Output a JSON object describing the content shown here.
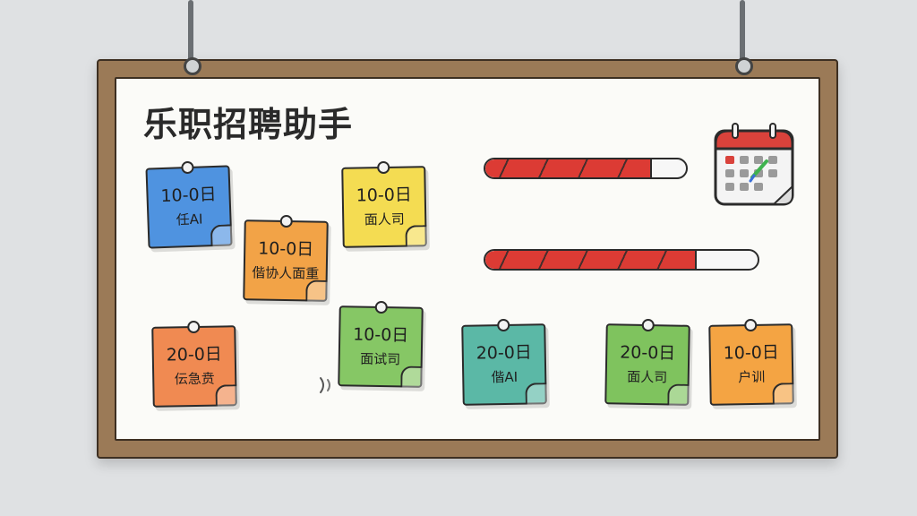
{
  "board": {
    "title": "乐职招聘助手"
  },
  "notes": [
    {
      "date": "10-0日",
      "text": "任AI",
      "color": "#4f93e0"
    },
    {
      "date": "10-0日",
      "text": "偕协人面重",
      "color": "#f2a347"
    },
    {
      "date": "10-0日",
      "text": "面人司",
      "color": "#f4dc52"
    },
    {
      "date": "20-0日",
      "text": "伝急贲",
      "color": "#f08a52"
    },
    {
      "date": "10-0日",
      "text": "面试司",
      "color": "#86c765"
    },
    {
      "date": "20-0日",
      "text": "偕AI",
      "color": "#5bb8a6"
    },
    {
      "date": "20-0日",
      "text": "面人司",
      "color": "#7fc35e"
    },
    {
      "date": "10-0日",
      "text": "户训",
      "color": "#f4a443"
    }
  ],
  "progress": [
    {
      "fraction": 0.82
    },
    {
      "fraction": 0.77
    }
  ],
  "colors": {
    "bar_fill": "#dc3b34",
    "calendar_header": "#d9423b",
    "board_frame": "#9b7a57"
  },
  "icons": {
    "calendar": "calendar-icon",
    "pin": "pin-icon"
  }
}
